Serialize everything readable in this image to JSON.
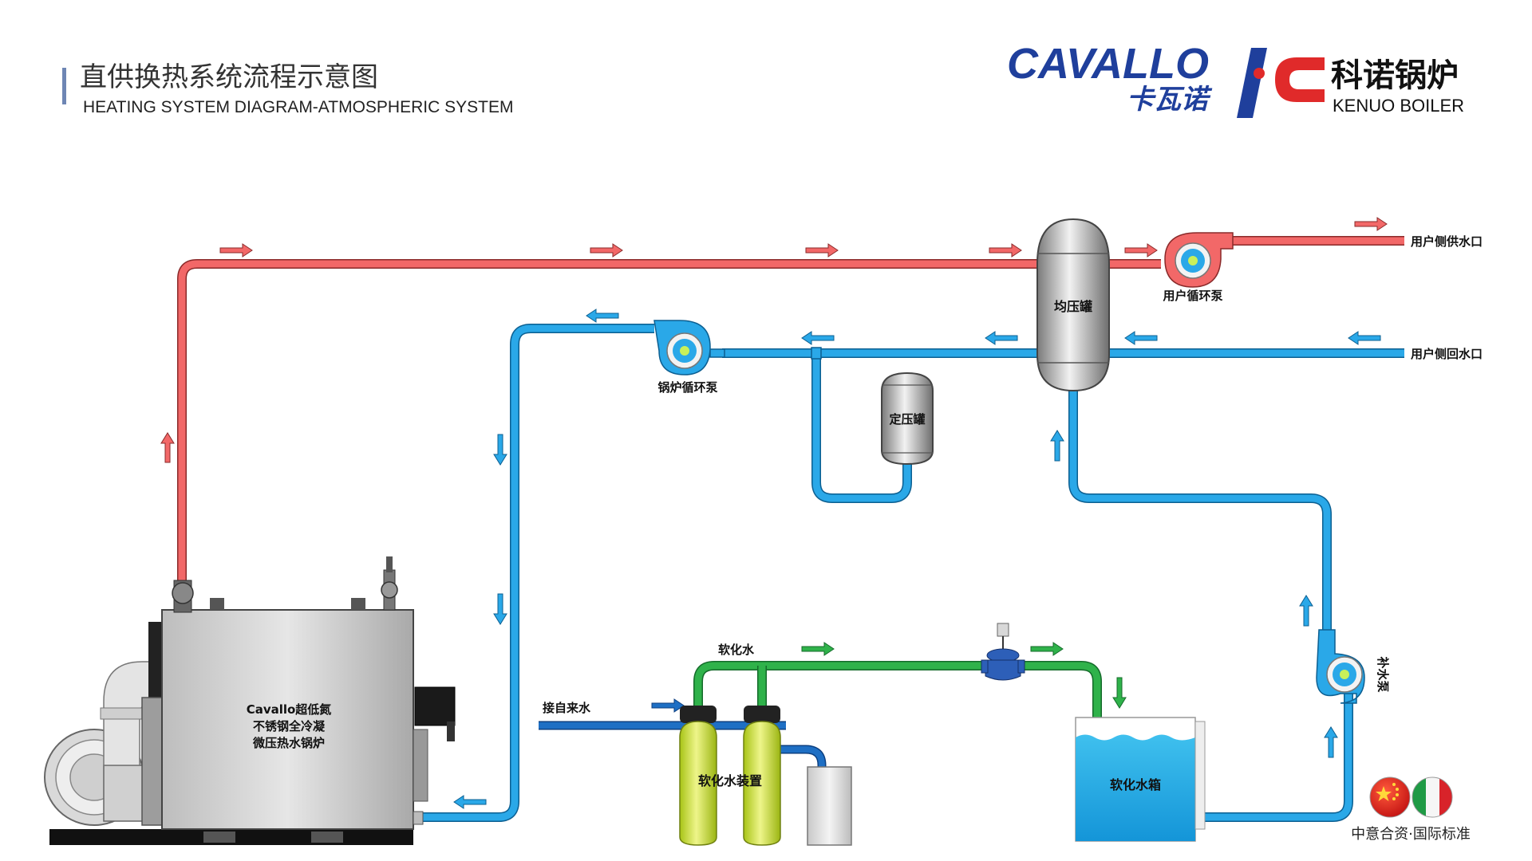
{
  "header": {
    "title_cn": "直供换热系统流程示意图",
    "title_en": "HEATING SYSTEM DIAGRAM-ATMOSPHERIC SYSTEM"
  },
  "logo": {
    "brand_en": "CAVALLO",
    "brand_cn": "卡瓦诺",
    "kenuo_cn": "科诺锅炉",
    "kenuo_en": "KENUO BOILER"
  },
  "labels": {
    "user_supply": "用户侧供水口",
    "user_return": "用户侧回水口",
    "user_pump": "用户循环泵",
    "balance_tank": "均压罐",
    "boiler_pump": "锅炉循环泵",
    "pressure_tank": "定压罐",
    "makeup_pump": "补水泵",
    "soft_water": "软化水",
    "tap_water": "接自来水",
    "softener": "软化水装置",
    "soft_tank": "软化水箱",
    "boiler_line1": "Cavallo超低氮",
    "boiler_line2": "不锈钢全冷凝",
    "boiler_line3": "微压热水锅炉",
    "badge": "中意合资·国际标准"
  },
  "colors": {
    "hot_pipe": "#f26868",
    "cold_pipe": "#2aa8e8",
    "soft_pipe": "#2fb24a",
    "tap_pipe": "#1e6fc4",
    "brand_blue": "#1f3f9c",
    "brand_red": "#e02a2a"
  },
  "icons": {
    "pump": "pump-icon",
    "valve": "valve-icon",
    "flag_cn": "china-flag-icon",
    "flag_it": "italy-flag-icon"
  }
}
